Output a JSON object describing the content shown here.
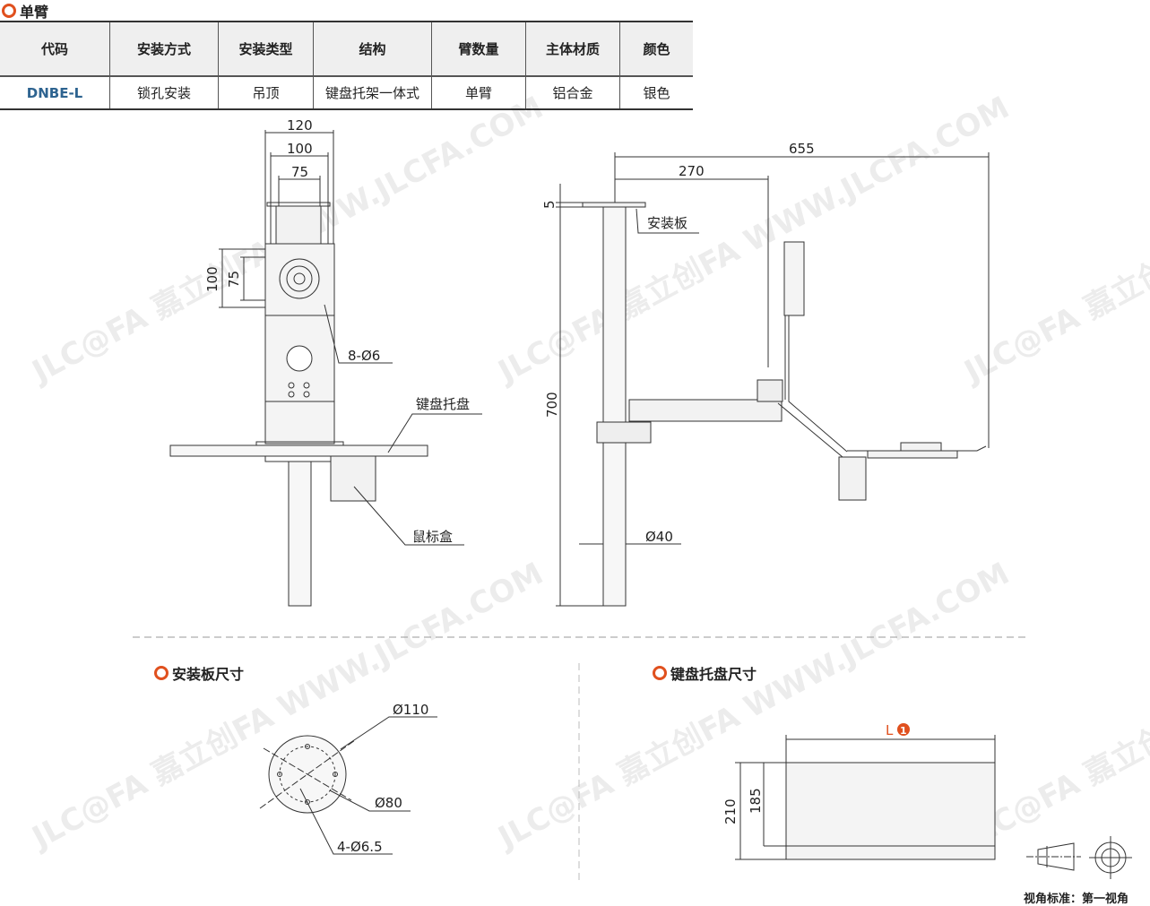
{
  "section_single_arm": "单臂",
  "table": {
    "headers": [
      "代码",
      "安装方式",
      "安装类型",
      "结构",
      "臂数量",
      "主体材质",
      "颜色"
    ],
    "row": [
      "DNBE-L",
      "锁孔安装",
      "吊顶",
      "键盘托架一体式",
      "单臂",
      "铝合金",
      "银色"
    ]
  },
  "front_view": {
    "dims": [
      "120",
      "100",
      "75",
      "100",
      "75"
    ],
    "hole_label": "8-Ø6",
    "keyboard_tray": "键盘托盘",
    "mouse_box": "鼠标盒"
  },
  "side_view": {
    "dims": [
      "655",
      "270",
      "5",
      "700"
    ],
    "mount_plate": "安装板",
    "pole_dia": "Ø40"
  },
  "section_plate": "安装板尺寸",
  "plate": {
    "d_outer": "Ø110",
    "d_pcd": "Ø80",
    "holes": "4-Ø6.5"
  },
  "section_tray": "键盘托盘尺寸",
  "tray": {
    "width_label": "L",
    "note_num": "1",
    "dims": [
      "210",
      "185"
    ]
  },
  "watermark": "JLC@FA 嘉立创FA WWW.JLCFA.COM",
  "view_standard": "视角标准：第一视角",
  "colors": {
    "accent": "#e0501e",
    "code": "#2d6390"
  }
}
